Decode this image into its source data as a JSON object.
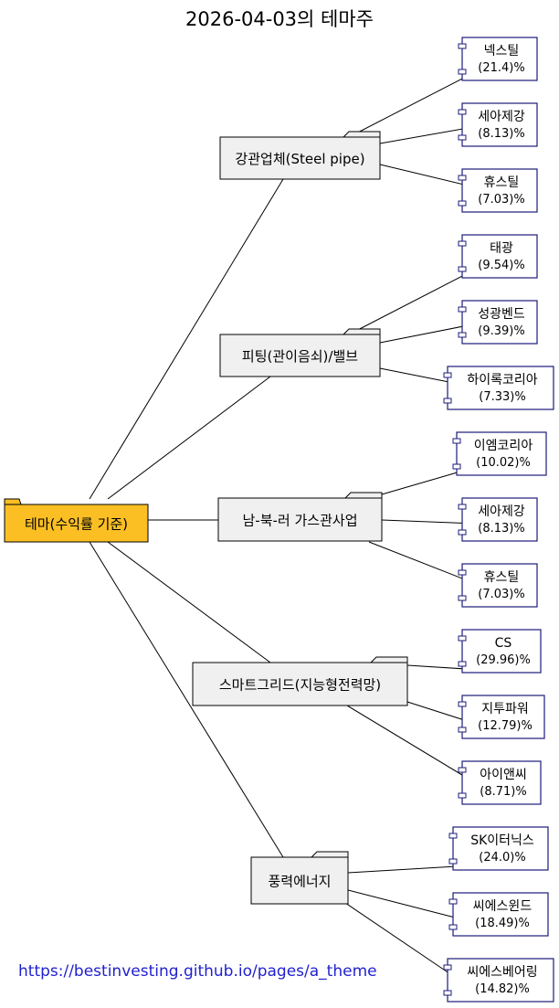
{
  "title": "2026-04-03의 테마주",
  "root": {
    "label": "테마(수익률 기준)",
    "fill": "#fbbf24"
  },
  "themes": [
    {
      "label": "강관업체(Steel pipe)",
      "stocks": [
        {
          "name": "넥스틸",
          "ret": "(21.4)%"
        },
        {
          "name": "세아제강",
          "ret": "(8.13)%"
        },
        {
          "name": "휴스틸",
          "ret": "(7.03)%"
        }
      ]
    },
    {
      "label": "피팅(관이음쇠)/밸브",
      "stocks": [
        {
          "name": "태광",
          "ret": "(9.54)%"
        },
        {
          "name": "성광벤드",
          "ret": "(9.39)%"
        },
        {
          "name": "하이록코리아",
          "ret": "(7.33)%"
        }
      ]
    },
    {
      "label": "남-북-러 가스관사업",
      "stocks": [
        {
          "name": "이엠코리아",
          "ret": "(10.02)%"
        },
        {
          "name": "세아제강",
          "ret": "(8.13)%"
        },
        {
          "name": "휴스틸",
          "ret": "(7.03)%"
        }
      ]
    },
    {
      "label": "스마트그리드(지능형전력망)",
      "stocks": [
        {
          "name": "CS",
          "ret": "(29.96)%"
        },
        {
          "name": "지투파워",
          "ret": "(12.79)%"
        },
        {
          "name": "아이앤씨",
          "ret": "(8.71)%"
        }
      ]
    },
    {
      "label": "풍력에너지",
      "stocks": [
        {
          "name": "SK이터닉스",
          "ret": "(24.0)%"
        },
        {
          "name": "씨에스윈드",
          "ret": "(18.49)%"
        },
        {
          "name": "씨에스베어링",
          "ret": "(14.82)%"
        }
      ]
    }
  ],
  "footer_link": "https://bestinvesting.github.io/pages/a_theme",
  "colors": {
    "folder_fill": "#f0f0f0",
    "component_stroke": "#1c1c7a",
    "link": "#1f1fd0"
  }
}
